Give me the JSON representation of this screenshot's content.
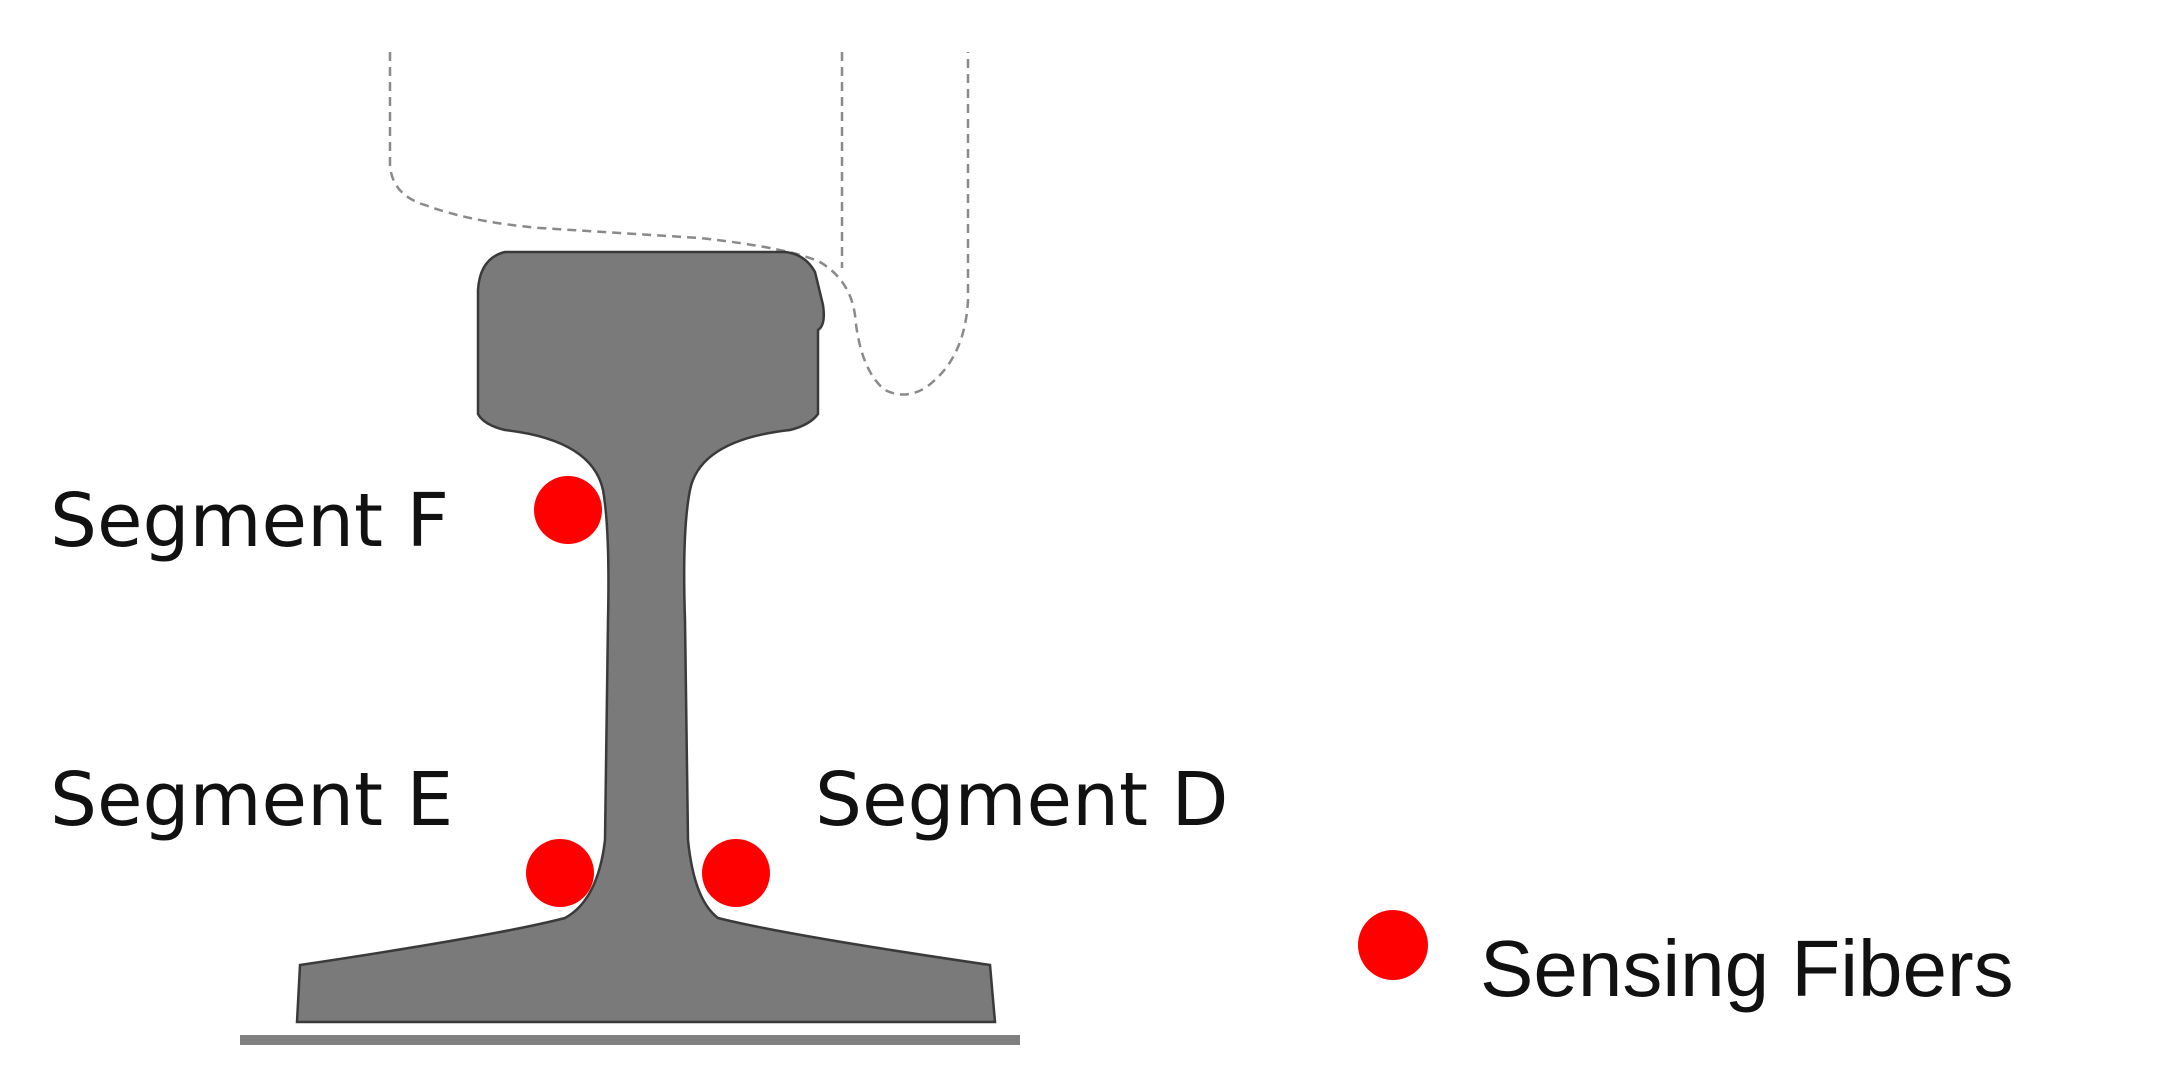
{
  "labels": {
    "segment_f": "Segment F",
    "segment_e": "Segment E",
    "segment_d": "Segment D"
  },
  "legend": {
    "label": "Sensing Fibers",
    "marker_color": "#ff0000"
  },
  "colors": {
    "rail": "#7a7a7a",
    "rail_outline": "#3a3a3a",
    "base_plate": "#808080",
    "wheel_outline": "#8a8a8a",
    "fiber": "#ff0000"
  }
}
